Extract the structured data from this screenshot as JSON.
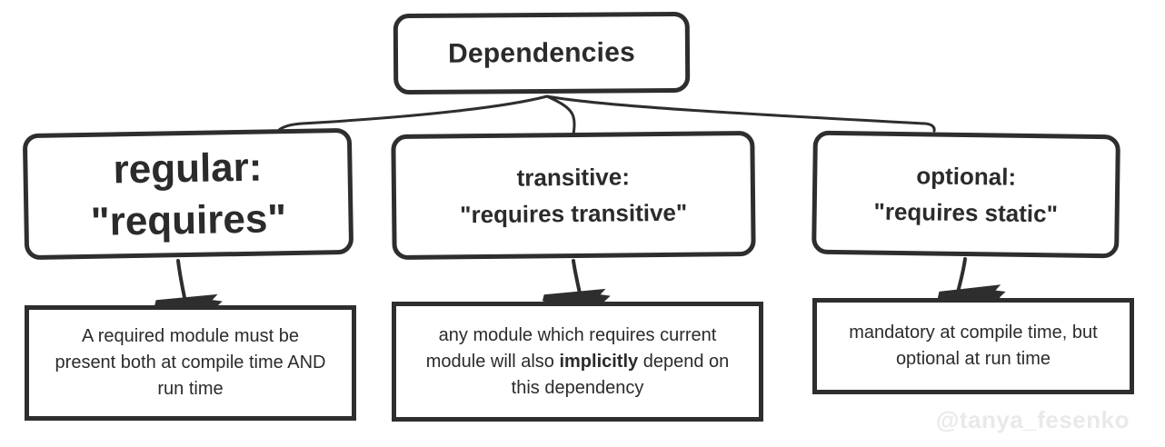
{
  "colors": {
    "ink": "#2e2e2e",
    "text": "#2b2b2b",
    "watermark_color": "#e9e9e9",
    "background": "#ffffff"
  },
  "root": {
    "label": "Dependencies"
  },
  "branches": [
    {
      "key": "regular",
      "title_line1": "regular:",
      "title_line2": "\"requires\"",
      "desc_pre": "A required module must be\npresent both at compile time AND\nrun time",
      "desc_bold": "",
      "desc_post": ""
    },
    {
      "key": "transitive",
      "title_line1": "transitive:",
      "title_line2": "\"requires transitive\"",
      "desc_pre": "any module which requires current\nmodule will also ",
      "desc_bold": "implicitly",
      "desc_post": " depend on\nthis dependency"
    },
    {
      "key": "optional",
      "title_line1": "optional:",
      "title_line2": "\"requires static\"",
      "desc_pre": "mandatory at compile time, but\noptional at run time",
      "desc_bold": "",
      "desc_post": ""
    }
  ],
  "watermark": "@tanya_fesenko"
}
